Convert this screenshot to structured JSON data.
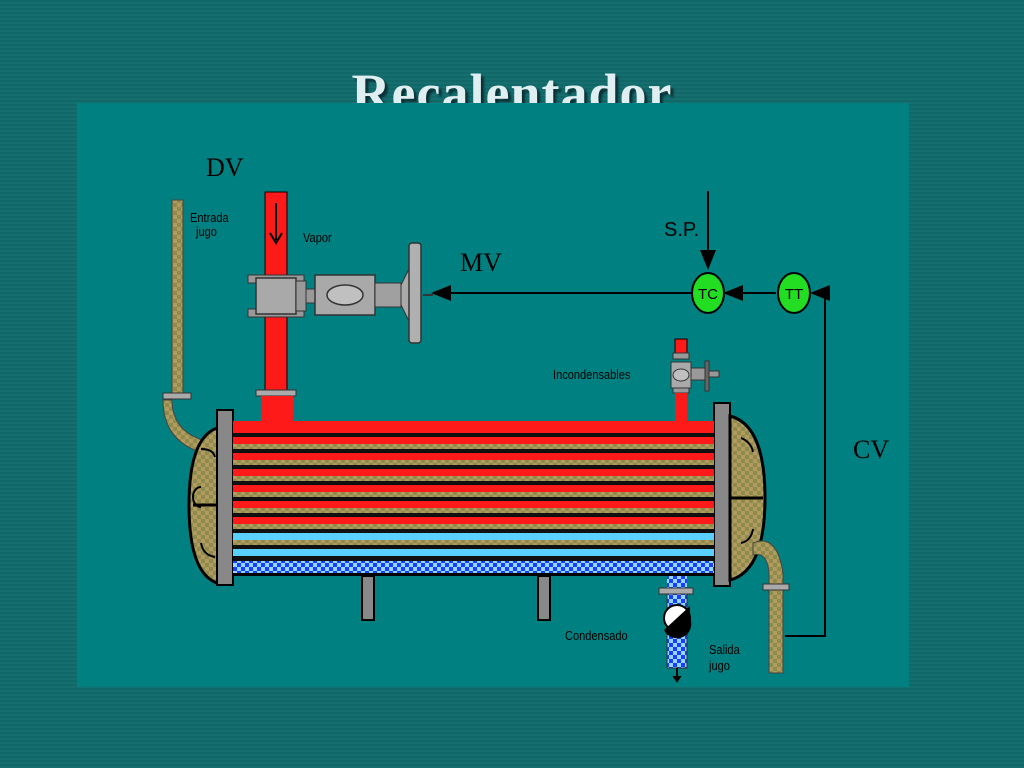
{
  "title": "Recalentador",
  "labels": {
    "dv": "DV",
    "mv": "MV",
    "cv": "CV",
    "sp": "S.P.",
    "entrada_jugo": [
      "Entrada",
      "jugo"
    ],
    "vapor": "Vapor",
    "incondensables": "Incondensables",
    "condensado": "Condensado",
    "salida_jugo": [
      "Salida",
      "jugo"
    ]
  },
  "instruments": {
    "tc": "TC",
    "tt": "TT"
  },
  "colors": {
    "background": "#116a6a",
    "panel": "#008080",
    "steam": "#ff1a1a",
    "juice_pipe": "#8c8c50",
    "condensate": "#1e3cff",
    "instrument": "#22dd22"
  }
}
